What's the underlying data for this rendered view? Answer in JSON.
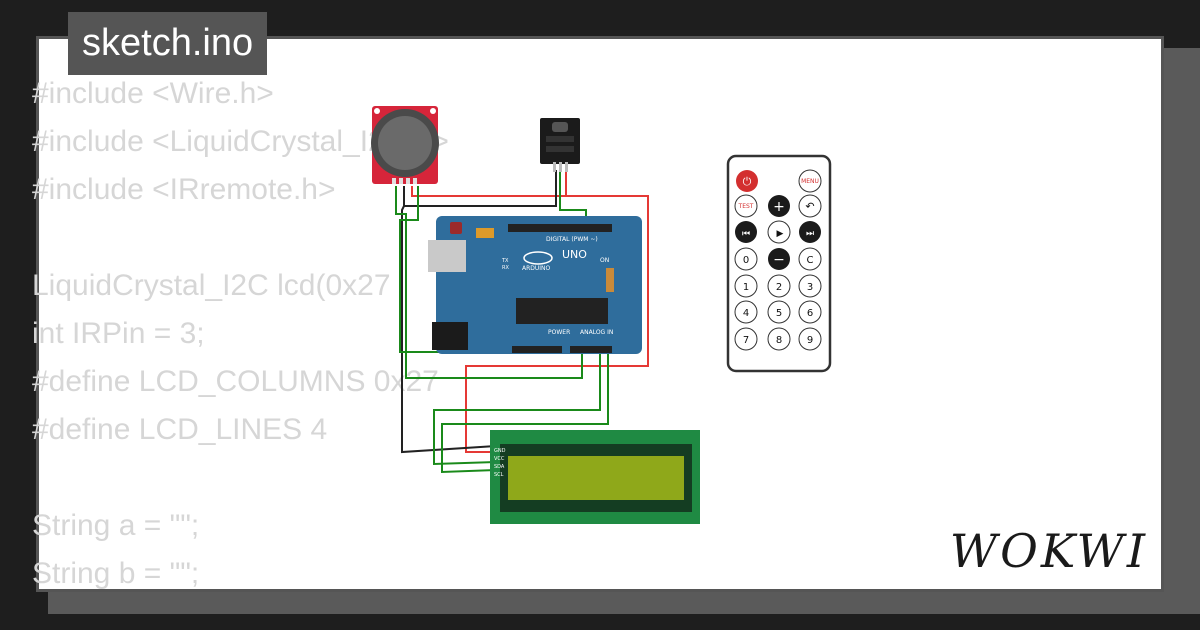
{
  "tab": {
    "title": "sketch.ino"
  },
  "code_lines": [
    "#include <Wire.h>",
    "#include <LiquidCrystal_I2C.h>",
    "#include <IRremote.h>",
    "",
    "LiquidCrystal_I2C lcd(0x27",
    "int IRPin = 3;",
    "#define LCD_COLUMNS 0x27",
    "#define LCD_LINES 4",
    "",
    "String a = \"\";",
    "String b = \"\";"
  ],
  "remote": {
    "top": [
      "⏻",
      "MENU"
    ],
    "row2": [
      "TEST",
      "+",
      "↶"
    ],
    "row3": [
      "⏮",
      "▶",
      "⏭"
    ],
    "row4": [
      "0",
      "−",
      "C"
    ],
    "digits": [
      "1",
      "2",
      "3",
      "4",
      "5",
      "6",
      "7",
      "8",
      "9"
    ]
  },
  "board": {
    "name": "UNO",
    "brand": "ARDUINO",
    "digital_label": "DIGITAL (PWM ~)",
    "power_label": "POWER",
    "analog_label": "ANALOG IN",
    "on_label": "ON",
    "tx_label": "TX",
    "rx_label": "RX"
  },
  "lcd_pins": [
    "GND",
    "VCC",
    "SDA",
    "SCL"
  ],
  "brand": {
    "logo": "WOKWI"
  },
  "colors": {
    "background": "#1e1e1e",
    "card": "#ffffff",
    "code_text": "#d6d6d6",
    "tab": "#555555",
    "board": "#2f6d9c",
    "lcd_pcb": "#1f8a43",
    "lcd_screen": "#8fa81a",
    "joystick_pcb": "#d6253a",
    "wire_red": "#e53935",
    "wire_green": "#1a8a1a",
    "wire_black": "#222222"
  }
}
